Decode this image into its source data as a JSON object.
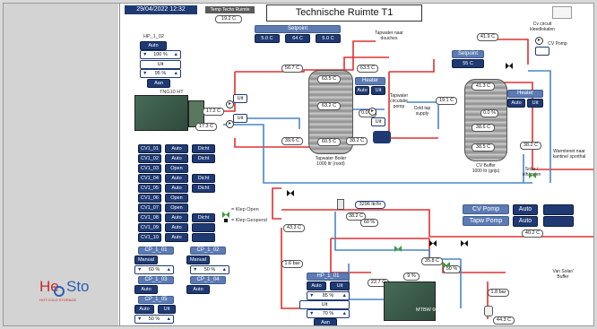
{
  "header": {
    "datetime": "29/04/2022 12:32",
    "temp_label": "Temp Techn Ruimte",
    "temp_value": "19.2 C",
    "title": "Technische Ruimte T1"
  },
  "logo": {
    "text_h": "He",
    "text_sto": "Sto",
    "subtitle": "HOT COLD STORAGE"
  },
  "setpoint_top": {
    "label": "Setpoint",
    "values": [
      "5.0 C",
      "64 C",
      "5.0 C"
    ]
  },
  "hp_02": {
    "title": "HP_1_02",
    "mode": "Auto",
    "pct": "100 %",
    "uit_label": "Uit",
    "pct2": "95 %",
    "aan": "Aan",
    "model": "TNG10 HT"
  },
  "cv_rows": [
    {
      "name": "CV1_01",
      "mode": "Auto",
      "state": "Dicht"
    },
    {
      "name": "CV1_02",
      "mode": "Auto",
      "state": "Dicht"
    },
    {
      "name": "CV1_03",
      "mode": "Open",
      "state": ""
    },
    {
      "name": "CV1_04",
      "mode": "Auto",
      "state": "Dicht"
    },
    {
      "name": "CV1_05",
      "mode": "Auto",
      "state": "Dicht"
    },
    {
      "name": "CV1_06",
      "mode": "Open",
      "state": ""
    },
    {
      "name": "CV1_07",
      "mode": "Open",
      "state": ""
    },
    {
      "name": "CV1_08",
      "mode": "Auto",
      "state": "Dicht"
    },
    {
      "name": "CV1_09",
      "mode": "Auto",
      "state": ""
    },
    {
      "name": "CV1_10",
      "mode": "Auto",
      "state": ""
    }
  ],
  "legend": {
    "open": "= Klep Open",
    "geopend": "= Klep Geopend"
  },
  "cp": [
    {
      "title": "CP_1_01",
      "mode": "Manual",
      "pct": "60 %"
    },
    {
      "title": "CP_1_02",
      "mode": "Manual",
      "pct": "50 %"
    },
    {
      "title": "CP_1_03",
      "mode": "Auto",
      "pct": ""
    },
    {
      "title": "CP_1_04",
      "mode": "Auto",
      "pct": ""
    },
    {
      "title": "CP_1_05",
      "mode": "Auto",
      "state": "Uit",
      "pct": "50 %"
    }
  ],
  "tapwater_tank": {
    "top": "63.5 C",
    "mid": "63.2 C",
    "low": "60.5 C",
    "heater": "Heater",
    "mode": "Auto",
    "state": "Uit",
    "label_line1": "Tapwater Boiler",
    "label_line2": "1000 ltr (rood)"
  },
  "cv_tank": {
    "top": "41.3 C",
    "mid": "38.6 C",
    "low": "38.5 C",
    "heater": "Heater",
    "mode": "Auto",
    "state": "Uit",
    "setpoint_label": "Setpoint",
    "setpoint_value": "55 C",
    "label_line1": "CV Buffer",
    "label_line2": "1000 ltr (grijs)"
  },
  "readings": {
    "t_56_7": "56.7 C",
    "t_63_5": "63.5 C",
    "t_17_2": "17.2 C",
    "t_17_3": "17.3 C",
    "t_39_6": "39.6 C",
    "t_38_2": "38.2 C",
    "t_19_1": "19.1 C",
    "t_41_9": "41.9 C",
    "t_38_2b": "38.2 C",
    "t_40_2": "40.2 C",
    "t_43_3": "43.3 C",
    "t_38_2c": "38.2 C",
    "t_35_8": "35.8 C",
    "t_22_7": "22.7 C",
    "t_44_3": "44.3 C",
    "flow": "3296 ltr/hr",
    "pct_60": "60 %",
    "pct_0": "0.0 %",
    "pct_0b": "0.0 %",
    "pct_9": "9 %",
    "pct_50b": "50 %",
    "bar_1_6": "1.6 bar",
    "bar_1_8": "1.8 bar"
  },
  "labels": {
    "tapwater_douches": "Tapwater naar douches",
    "tapwater_pump": "Tapwater circulatie pomp",
    "cold_tap": "Cold tap supply",
    "cv_circuit": "Cv circuit kleedlokalen",
    "cv_pomp": "CV Pomp",
    "warmtenet": "Warmtenet naar kantine/ sporthal",
    "solar": "Solar / elhappen",
    "van_solar": "Van Solar/ Buffer",
    "mtbw": "MTBW 60"
  },
  "pump_uit": [
    "Uit",
    "Uit",
    "Uit"
  ],
  "cv_pomp": {
    "name": "CV Pomp",
    "mode": "Auto"
  },
  "tapw_pomp": {
    "name": "Tapw Pomp",
    "mode": "Auto"
  },
  "hp_01": {
    "title": "HP_1_01",
    "mode": "Auto",
    "state": "Uit",
    "pct": "85 %",
    "uit_label": "Uit",
    "pct2": "70 %",
    "aan": "Aan"
  },
  "colors": {
    "navy": "#1f3a73",
    "hot_pipe": "#e03030",
    "cold_pipe": "#4a86c5",
    "valve_green": "#3c9a3c"
  }
}
